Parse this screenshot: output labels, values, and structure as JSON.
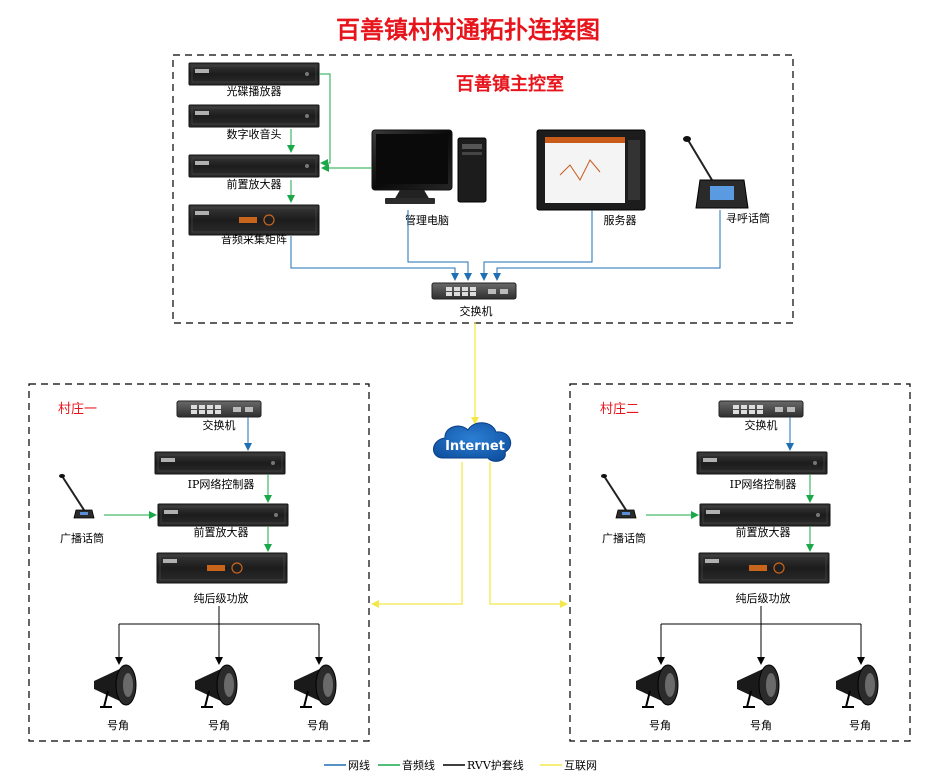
{
  "title": "百善镇村村通拓扑连接图",
  "control_room": {
    "title": "百善镇主控室",
    "devices": {
      "cd_player": "光碟播放器",
      "tuner": "数字收音头",
      "preamp": "前置放大器",
      "audio_matrix": "音频采集矩阵",
      "pc": "管理电脑",
      "server": "服务器",
      "paging_mic": "寻呼话筒",
      "switch": "交换机"
    }
  },
  "internet": "Internet",
  "village1": {
    "title": "村庄一",
    "switch": "交换机",
    "ip_controller": "IP网络控制器",
    "preamp": "前置放大器",
    "mic": "广播话筒",
    "amp": "纯后级功放",
    "horns": [
      "号角",
      "号角",
      "号角"
    ]
  },
  "village2": {
    "title": "村庄二",
    "switch": "交换机",
    "ip_controller": "IP网络控制器",
    "preamp": "前置放大器",
    "mic": "广播话筒",
    "amp": "纯后级功放",
    "horns": [
      "号角",
      "号角",
      "号角"
    ]
  },
  "legend": {
    "network": "网线",
    "audio": "音频线",
    "rvv": "RVV护套线",
    "internet": "互联网"
  },
  "colors": {
    "network": "#1f6fb4",
    "audio": "#1aa84a",
    "rvv": "#000000",
    "internet": "#f3e84a",
    "title": "#e8141c"
  }
}
